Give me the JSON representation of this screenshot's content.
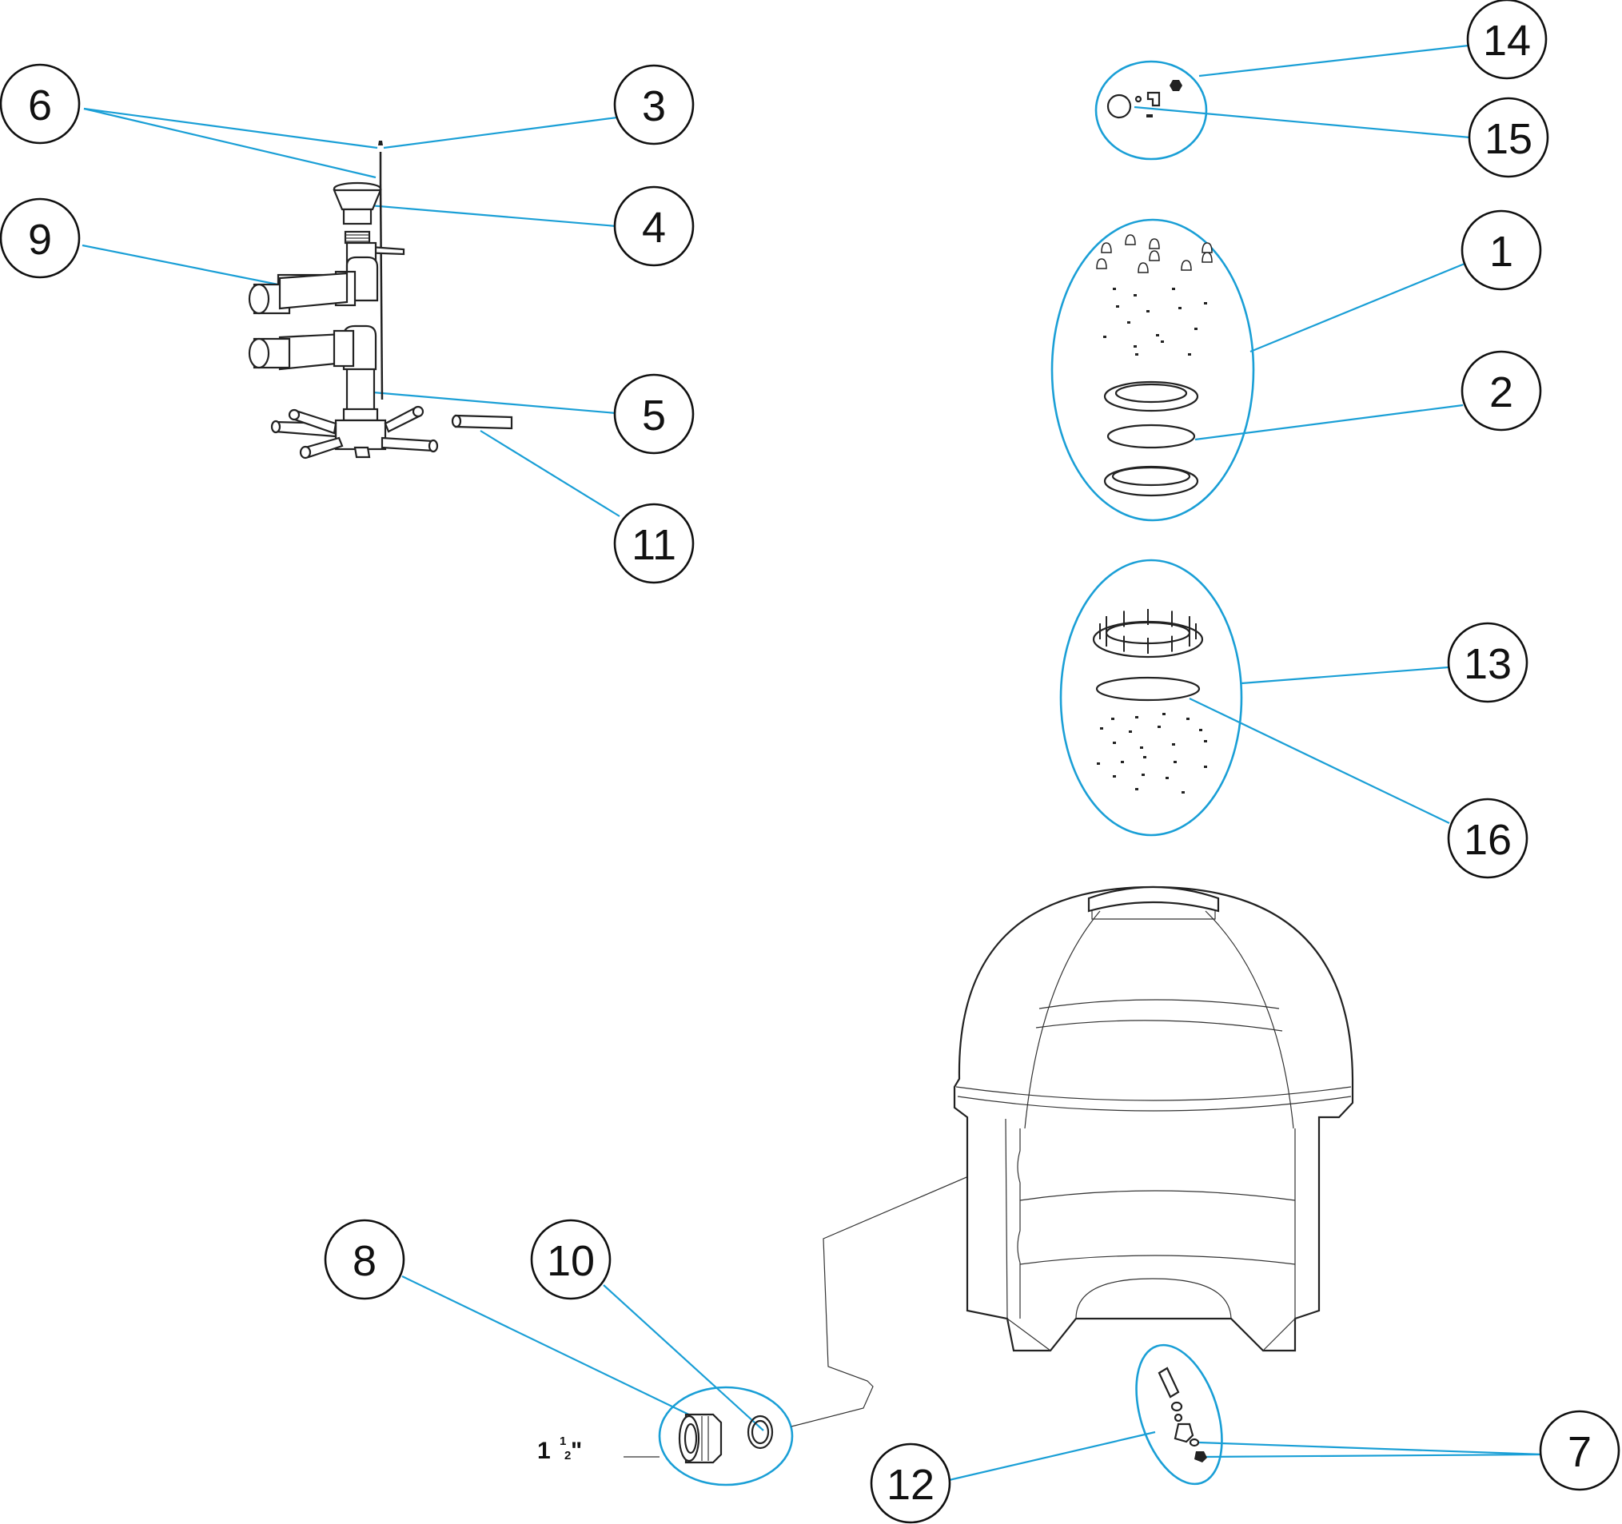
{
  "callouts": {
    "c1": "1",
    "c2": "2",
    "c3": "3",
    "c4": "4",
    "c5": "5",
    "c6": "6",
    "c7": "7",
    "c8": "8",
    "c9": "9",
    "c10": "10",
    "c11": "11",
    "c12": "12",
    "c13": "13",
    "c14": "14",
    "c15": "15",
    "c16": "16"
  },
  "size_label": {
    "whole": "1",
    "num": "1",
    "den": "2",
    "unit": "\""
  },
  "colors": {
    "leader": "#1a9fd6",
    "outline": "#222222",
    "background": "#ffffff"
  }
}
